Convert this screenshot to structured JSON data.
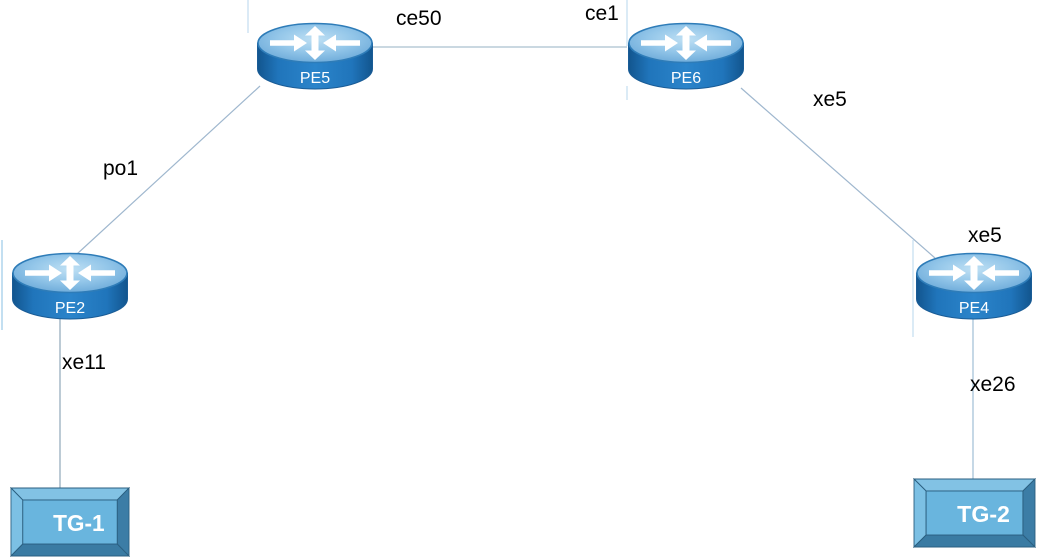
{
  "nodes": {
    "pe5": {
      "label": "PE5",
      "type": "router"
    },
    "pe6": {
      "label": "PE6",
      "type": "router"
    },
    "pe2": {
      "label": "PE2",
      "type": "router"
    },
    "pe4": {
      "label": "PE4",
      "type": "router"
    },
    "tg1": {
      "label": "TG-1",
      "type": "traffic-generator"
    },
    "tg2": {
      "label": "TG-2",
      "type": "traffic-generator"
    }
  },
  "interface_labels": {
    "ce50": "ce50",
    "ce1": "ce1",
    "po1": "po1",
    "xe5_pe6": "xe5",
    "xe5_pe4": "xe5",
    "xe11": "xe11",
    "xe26": "xe26"
  },
  "links": [
    {
      "from": "PE5",
      "to": "PE6",
      "from_interface": "ce50",
      "to_interface": "ce1"
    },
    {
      "from": "PE2",
      "to": "PE5",
      "interface": "po1"
    },
    {
      "from": "PE6",
      "to": "PE4",
      "from_interface": "xe5",
      "to_interface": "xe5"
    },
    {
      "from": "PE2",
      "to": "TG-1",
      "interface": "xe11"
    },
    {
      "from": "PE4",
      "to": "TG-2",
      "interface": "xe26"
    }
  ],
  "colors": {
    "background": "#ffffff",
    "label_text": "#000000",
    "link_diagonal": "#9FB7CE",
    "link_vertical": "#8FA8B9",
    "link_horizontal": "#C3D2DD",
    "guide_line": "#C3DDF0",
    "router_body": "#2075BB",
    "router_body_edge": "#12558E",
    "router_top_light": "#BFE0F4",
    "router_top_dark": "#5C9ED2",
    "router_outline": "#2470AE",
    "router_label_text": "#FFFFFF",
    "tg_face": "#69B5DE",
    "tg_bevel_light": "#7FC1E4",
    "tg_bevel_dark": "#3C7DA6",
    "tg_outline": "#2B5F80",
    "tg_label_text": "#FFFFFF"
  }
}
